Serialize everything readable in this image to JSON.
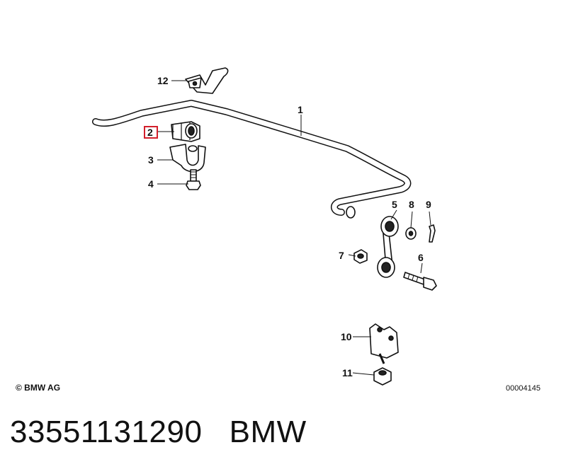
{
  "callouts": {
    "c1": "1",
    "c2": "2",
    "c3": "3",
    "c4": "4",
    "c5": "5",
    "c6": "6",
    "c7": "7",
    "c8": "8",
    "c9": "9",
    "c10": "10",
    "c11": "11",
    "c12": "12"
  },
  "highlighted_callout": "2",
  "highlight_color": "#d31f2b",
  "copyright": "© BMW AG",
  "diagram_id": "00004145",
  "caption": {
    "part_number": "33551131290",
    "brand": "BMW"
  }
}
